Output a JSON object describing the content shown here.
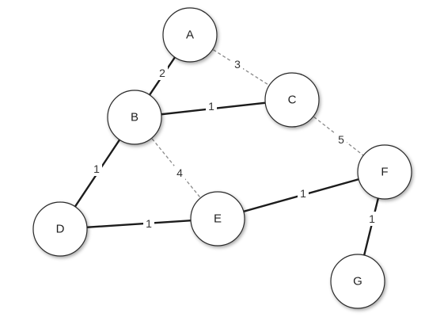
{
  "graph": {
    "nodes": [
      {
        "id": "A",
        "label": "A"
      },
      {
        "id": "B",
        "label": "B"
      },
      {
        "id": "C",
        "label": "C"
      },
      {
        "id": "D",
        "label": "D"
      },
      {
        "id": "E",
        "label": "E"
      },
      {
        "id": "F",
        "label": "F"
      },
      {
        "id": "G",
        "label": "G"
      }
    ],
    "edges": [
      {
        "from": "A",
        "to": "B",
        "weight": "2",
        "style": "solid"
      },
      {
        "from": "A",
        "to": "C",
        "weight": "3",
        "style": "dashed"
      },
      {
        "from": "B",
        "to": "C",
        "weight": "1",
        "style": "solid"
      },
      {
        "from": "B",
        "to": "D",
        "weight": "1",
        "style": "solid"
      },
      {
        "from": "B",
        "to": "E",
        "weight": "4",
        "style": "dashed"
      },
      {
        "from": "C",
        "to": "F",
        "weight": "5",
        "style": "dashed"
      },
      {
        "from": "D",
        "to": "E",
        "weight": "1",
        "style": "solid"
      },
      {
        "from": "E",
        "to": "F",
        "weight": "1",
        "style": "solid"
      },
      {
        "from": "F",
        "to": "G",
        "weight": "1",
        "style": "solid"
      }
    ]
  }
}
